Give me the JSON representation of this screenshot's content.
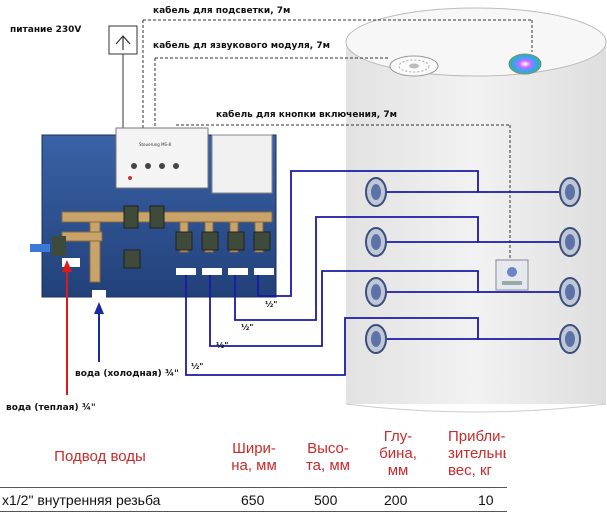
{
  "labels": {
    "power": "питание 230V",
    "light_cable": "кабель для подсветки, 7м",
    "sound_cable": "кабель дл язвукового модуля, 7м",
    "button_cable": "кабель для кнопки включения, 7м",
    "water_cold": "вода (холодная) ¾\"",
    "water_warm": "вода (теплая) ¾\"",
    "pipe_size": "½\""
  },
  "device_label": "Steuerung MS-8",
  "table": {
    "headers": [
      "Подвод воды",
      "Шири-\nна, мм",
      "Высо-\nта, мм",
      "Глу-\nбина,\nмм",
      "Прибли-\nзительный\nвес, кг"
    ],
    "row": [
      "x1/2\" внутренняя резьба",
      "650",
      "500",
      "200",
      "10"
    ]
  },
  "colors": {
    "panel": "#2d4f8a",
    "pipe_blue": "#1a1aa8",
    "brass": "#c9a46a",
    "warm": "#e01818",
    "cold": "#1a2aa0",
    "tank": "#ececec"
  }
}
